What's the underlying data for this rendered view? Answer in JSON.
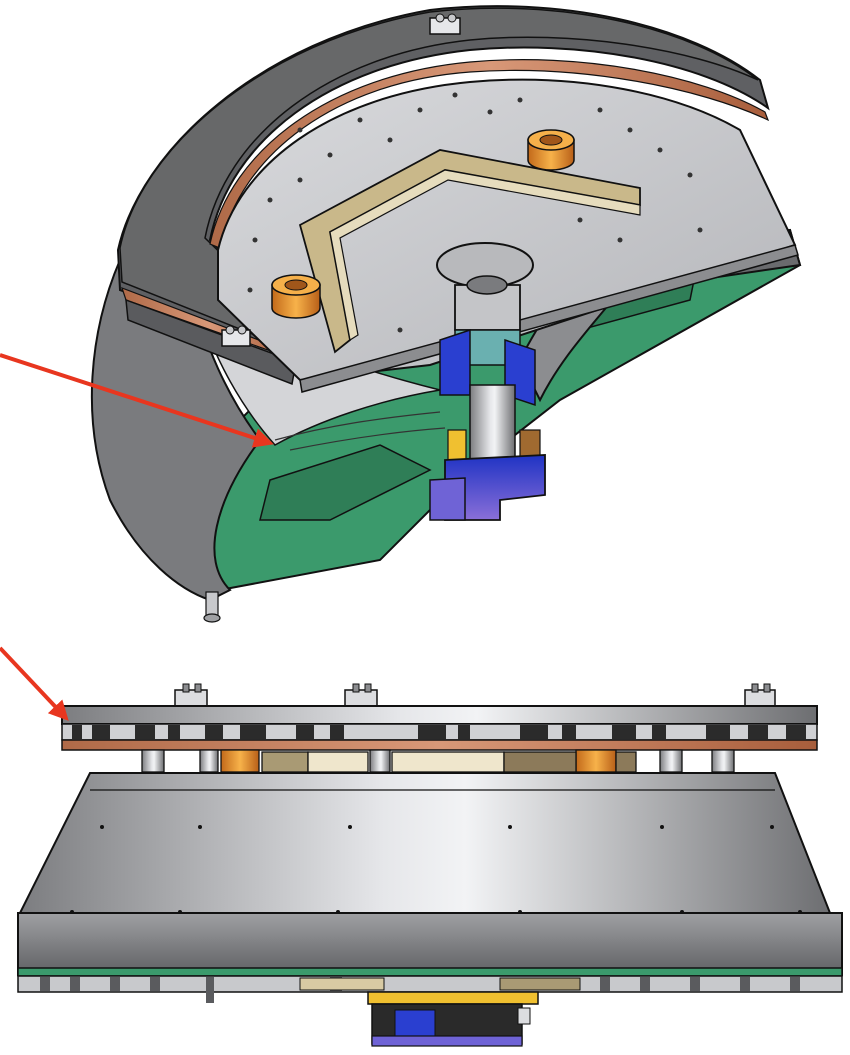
{
  "figure": {
    "views": [
      {
        "name": "cutaway-isometric-view"
      },
      {
        "name": "side-elevation-view"
      }
    ],
    "callouts": [
      {
        "name": "arrow-to-cone-interior",
        "color": "#e8361f"
      },
      {
        "name": "arrow-to-stacked-plates",
        "color": "#e8361f"
      }
    ],
    "colors": {
      "steel_dark": "#5d5d5d",
      "steel_mid": "#8a8a8a",
      "steel_light": "#c8c9cc",
      "copper": "#c87a55",
      "brass": "#e0902a",
      "pcb_green": "#3b9a6c",
      "tan": "#bfae83",
      "blue": "#2a3fd0",
      "violet": "#6f63d6"
    }
  }
}
